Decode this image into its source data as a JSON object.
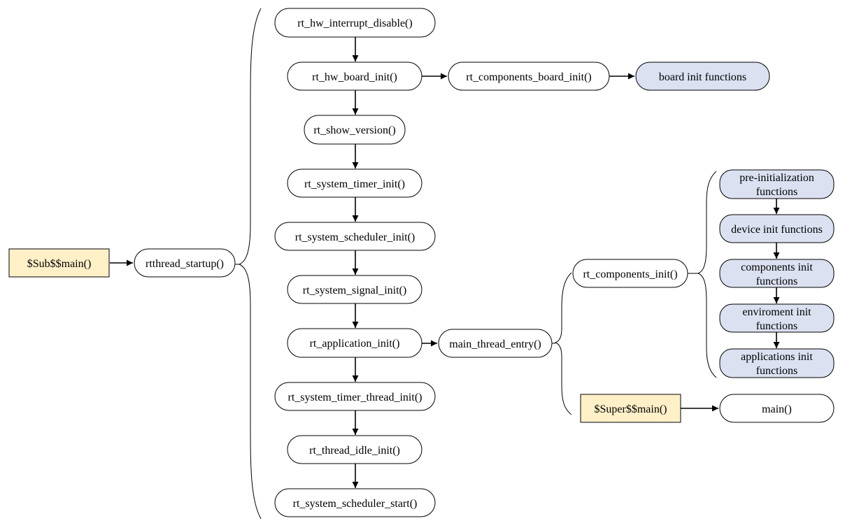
{
  "diagram": {
    "nodes": {
      "sub_main": "$Sub$$main()",
      "rtthread_startup": "rtthread_startup()",
      "rt_hw_interrupt_disable": "rt_hw_interrupt_disable()",
      "rt_hw_board_init": "rt_hw_board_init()",
      "rt_components_board_init": "rt_components_board_init()",
      "board_init_functions": "board init functions",
      "rt_show_version": "rt_show_version()",
      "rt_system_timer_init": "rt_system_timer_init()",
      "rt_system_scheduler_init": "rt_system_scheduler_init()",
      "rt_system_signal_init": "rt_system_signal_init()",
      "rt_application_init": "rt_application_init()",
      "main_thread_entry": "main_thread_entry()",
      "rt_system_timer_thread_init": "rt_system_timer_thread_init()",
      "rt_thread_idle_init": "rt_thread_idle_init()",
      "rt_system_scheduler_start": "rt_system_scheduler_start()",
      "rt_components_init": "rt_components_init()",
      "super_main": "$Super$$main()",
      "main": "main()",
      "pre_init_functions": [
        "pre-initialization",
        "functions"
      ],
      "device_init_functions": "device init functions",
      "components_init_functions": [
        "components init",
        "functions"
      ],
      "enviroment_init_functions": [
        "enviroment init",
        "functions"
      ],
      "applications_init_functions": [
        "applications init",
        "functions"
      ]
    },
    "colors": {
      "blue_fill": "#dbe1f1",
      "yellow_fill": "#fff0c8",
      "white_fill": "#ffffff",
      "stroke": "#000000"
    }
  }
}
